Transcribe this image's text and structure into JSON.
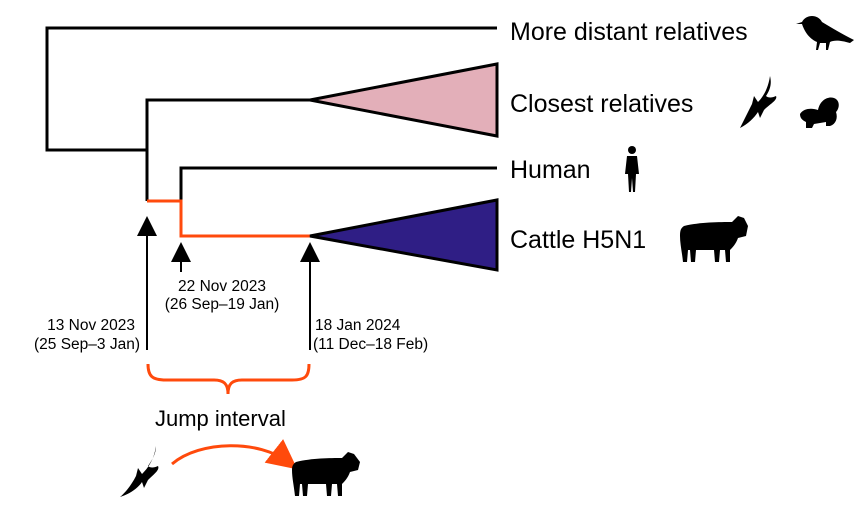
{
  "colors": {
    "closest": "#e3afb9",
    "cattle": "#2f1e85",
    "jump": "#ff4a0c",
    "branch": "#000000"
  },
  "taxa": {
    "distant": {
      "label": "More distant relatives",
      "icon": "songbird-icon"
    },
    "closest": {
      "label": "Closest relatives",
      "icons": [
        "eagle-icon",
        "skunk-icon"
      ]
    },
    "human": {
      "label": "Human",
      "icon": "human-icon"
    },
    "cattle": {
      "label": "Cattle H5N1",
      "icon": "cow-icon"
    }
  },
  "dates": {
    "jump_start": {
      "date": "13 Nov 2023",
      "range": "(25 Sep–3 Jan)"
    },
    "human_split": {
      "date": "22 Nov 2023",
      "range": "(26 Sep–19 Jan)"
    },
    "cattle_mrca": {
      "date": "18 Jan 2024",
      "range": "(11 Dec–18 Feb)"
    }
  },
  "jump": {
    "label": "Jump interval",
    "from_icon": "bird-icon",
    "to_icon": "cow-icon"
  }
}
